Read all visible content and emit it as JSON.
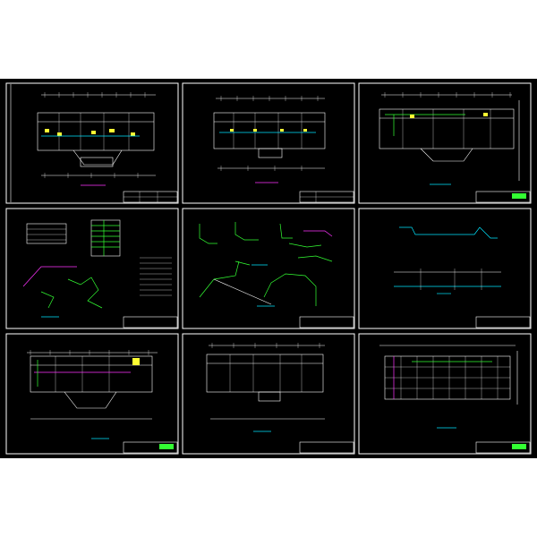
{
  "sheet": {
    "background": "#000000",
    "line_color": "#ffffff",
    "accent_colors": {
      "cyan": "#00e5ff",
      "green": "#33ff33",
      "magenta": "#ff33ff",
      "yellow": "#ffff33",
      "red": "#ff3333"
    },
    "panels": [
      {
        "id": "p1",
        "kind": "floor-plan",
        "title_color": "#ff33ff"
      },
      {
        "id": "p2",
        "kind": "floor-plan",
        "title_color": "#ff33ff"
      },
      {
        "id": "p3",
        "kind": "floor-plan",
        "title_color": "#00e5ff"
      },
      {
        "id": "p4",
        "kind": "legend-and-system",
        "title_color": "#00e5ff"
      },
      {
        "id": "p5",
        "kind": "pipe-isometric",
        "title_color": "#00e5ff"
      },
      {
        "id": "p6",
        "kind": "pipe-elevation",
        "title_color": "#00e5ff"
      },
      {
        "id": "p7",
        "kind": "floor-plan",
        "title_color": "#00e5ff"
      },
      {
        "id": "p8",
        "kind": "floor-plan",
        "title_color": "#00e5ff"
      },
      {
        "id": "p9",
        "kind": "grid-plan",
        "title_color": "#00e5ff"
      }
    ]
  }
}
